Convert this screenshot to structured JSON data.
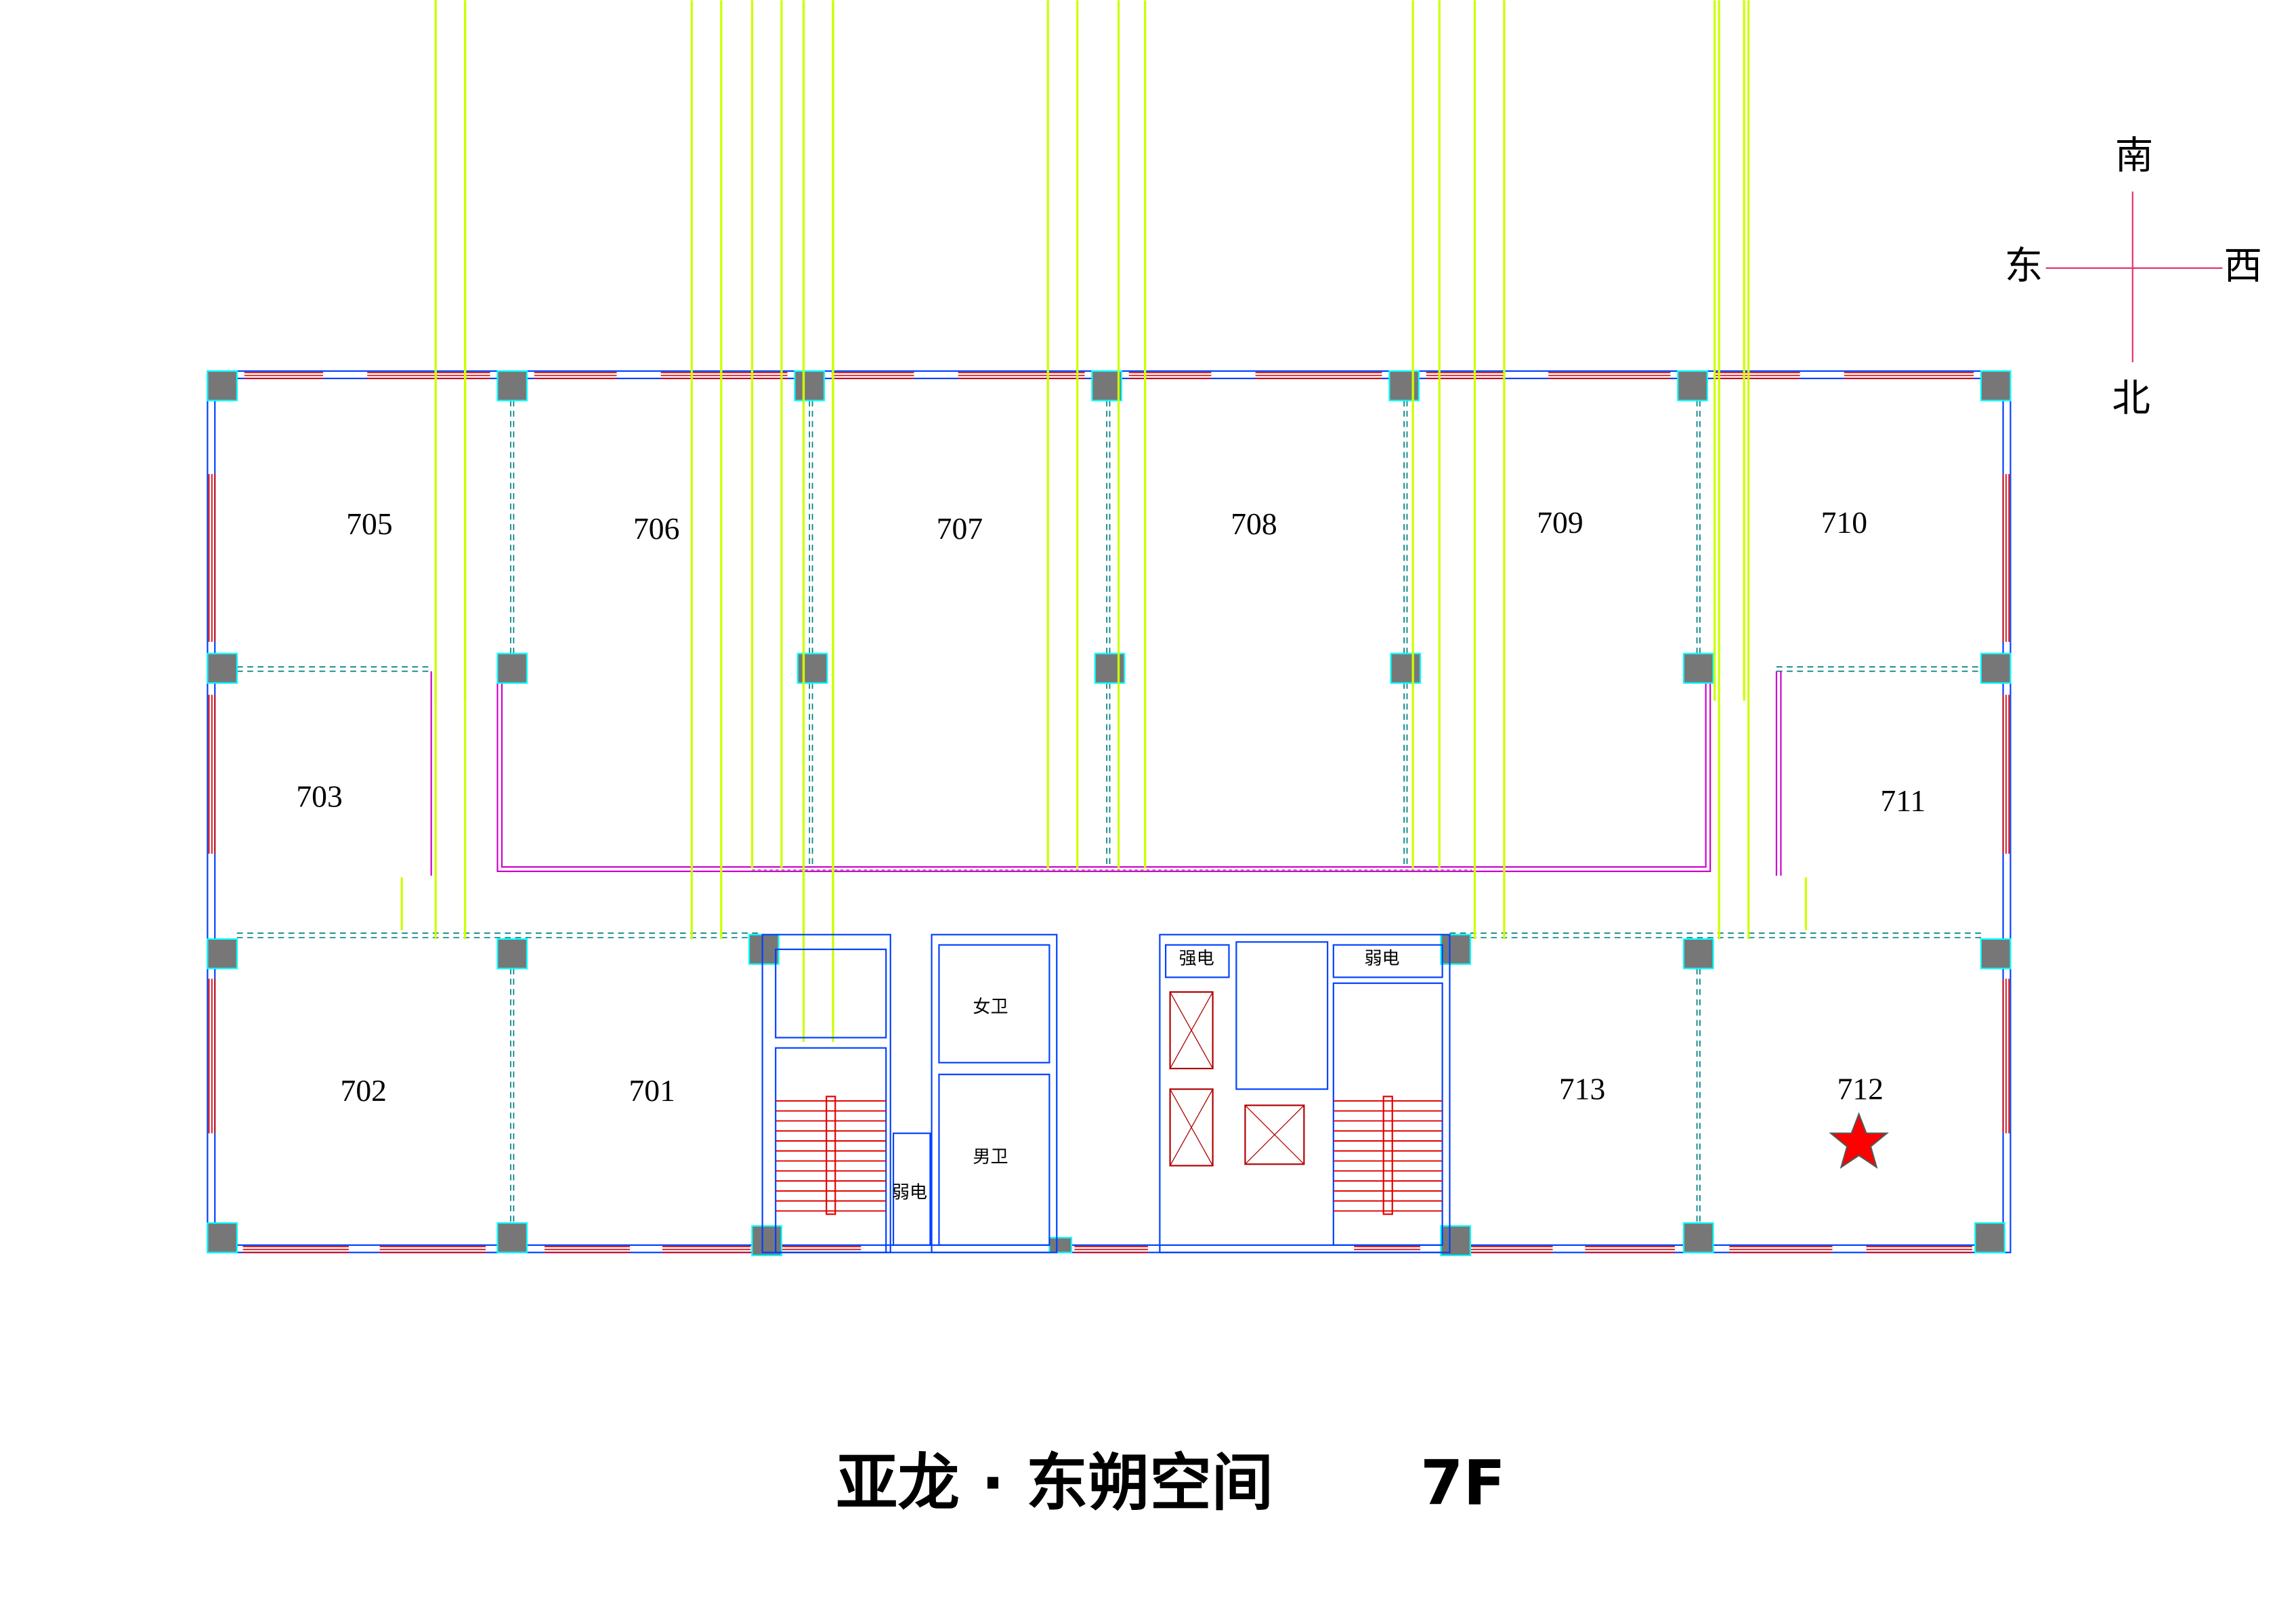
{
  "compass": {
    "south": "南",
    "east": "东",
    "west": "西",
    "north": "北"
  },
  "rooms": {
    "r705": "705",
    "r706": "706",
    "r707": "707",
    "r708": "708",
    "r709": "709",
    "r710": "710",
    "r703": "703",
    "r711": "711",
    "r702": "702",
    "r701": "701",
    "r713": "713",
    "r712": "712"
  },
  "facilities": {
    "womens_restroom": "女卫",
    "mens_restroom": "男卫",
    "low_voltage_left": "弱电",
    "high_voltage": "强电",
    "low_voltage_right": "弱电"
  },
  "title": {
    "name": "亚龙 · 东朔空间",
    "floor": "7F"
  },
  "marker": {
    "icon": "star-icon",
    "room": "712",
    "color": "#ff0000"
  },
  "colors": {
    "wall": "#0040ff",
    "window": "#e00000",
    "column": "#777777",
    "partition": "#cc00cc",
    "door": "#ccff00",
    "glass": "#008080"
  }
}
